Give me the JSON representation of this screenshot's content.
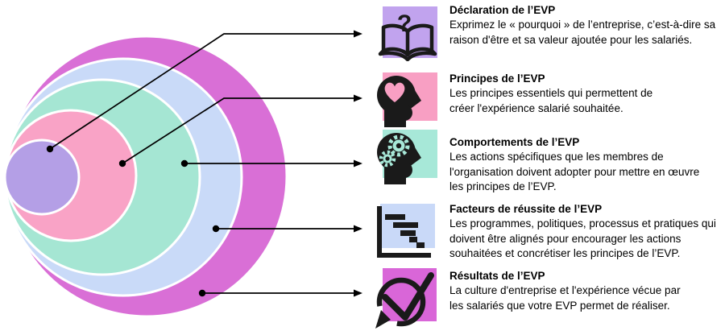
{
  "diagram": {
    "rings": [
      {
        "name": "resultats",
        "color": "#d96fd6"
      },
      {
        "name": "facteurs",
        "color": "#c9daf8"
      },
      {
        "name": "comportements",
        "color": "#a5e6d3"
      },
      {
        "name": "principes",
        "color": "#f9a3c6"
      },
      {
        "name": "declaration",
        "color": "#b49fe6"
      }
    ]
  },
  "items": [
    {
      "title": "Déclaration de l’EVP",
      "description": "Exprimez le « pourquoi » de l’entreprise, c’est-à-dire sa\nraison d'être et sa valeur ajoutée pour les salariés.",
      "icon": "book-question-icon",
      "glyph": "?",
      "accent": "#c1a3ee"
    },
    {
      "title": "Principes de l’EVP",
      "description": "Les principes essentiels qui permettent de\ncréer l'expérience salarié souhaitée.",
      "icon": "head-heart-icon",
      "accent": "#f89fc3"
    },
    {
      "title": "Comportements de l’EVP",
      "description": "Les actions spécifiques que les membres de\nl'organisation doivent adopter pour mettre en œuvre\nles principes de l’EVP.",
      "icon": "head-gears-icon",
      "accent": "#a7e8d8"
    },
    {
      "title": "Facteurs de réussite de l’EVP",
      "description": "Les programmes, politiques, processus et pratiques qui\ndoivent être alignés pour encourager les actions\nsouhaitées et concrétiser les principes de l’EVP.",
      "icon": "gantt-chart-icon",
      "accent": "#c9d9f8"
    },
    {
      "title": "Résultats de l’EVP",
      "description": "La culture d'entreprise et l'expérience vécue par\nles salariés que votre EVP permet de réaliser.",
      "icon": "circular-arrow-check-icon",
      "accent": "#d966d8"
    }
  ],
  "colors": {
    "line": "#000000",
    "ink": "#1a1a1a",
    "ring_stroke": "#ffffff",
    "background": "#ffffff"
  }
}
